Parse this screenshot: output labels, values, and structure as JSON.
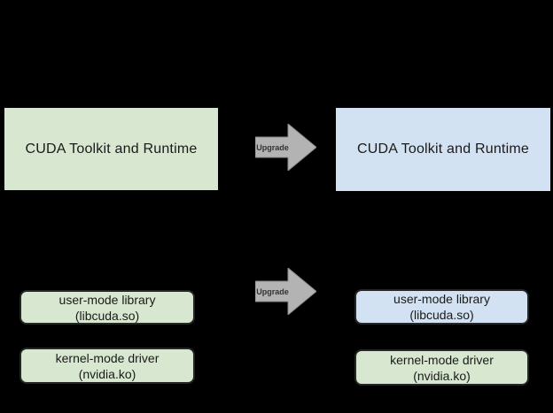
{
  "diagram": {
    "colors": {
      "background": "#000000",
      "old_version_fill": "#d8e7d0",
      "new_version_fill": "#d2e2f2",
      "arrow_fill": "#b3b3b3",
      "box_text": "#1a1a1a"
    },
    "left_system": {
      "toolkit_label": "CUDA Toolkit and Runtime",
      "user_mode_line1": "user-mode library",
      "user_mode_line2": "(libcuda.so)",
      "kernel_mode_line1": "kernel-mode driver",
      "kernel_mode_line2": "(nvidia.ko)"
    },
    "right_system": {
      "toolkit_label": "CUDA Toolkit and Runtime",
      "user_mode_line1": "user-mode library",
      "user_mode_line2": "(libcuda.so)",
      "kernel_mode_line1": "kernel-mode driver",
      "kernel_mode_line2": "(nvidia.ko)"
    },
    "arrows": [
      {
        "label": "Upgrade"
      },
      {
        "label": "Upgrade"
      }
    ]
  }
}
